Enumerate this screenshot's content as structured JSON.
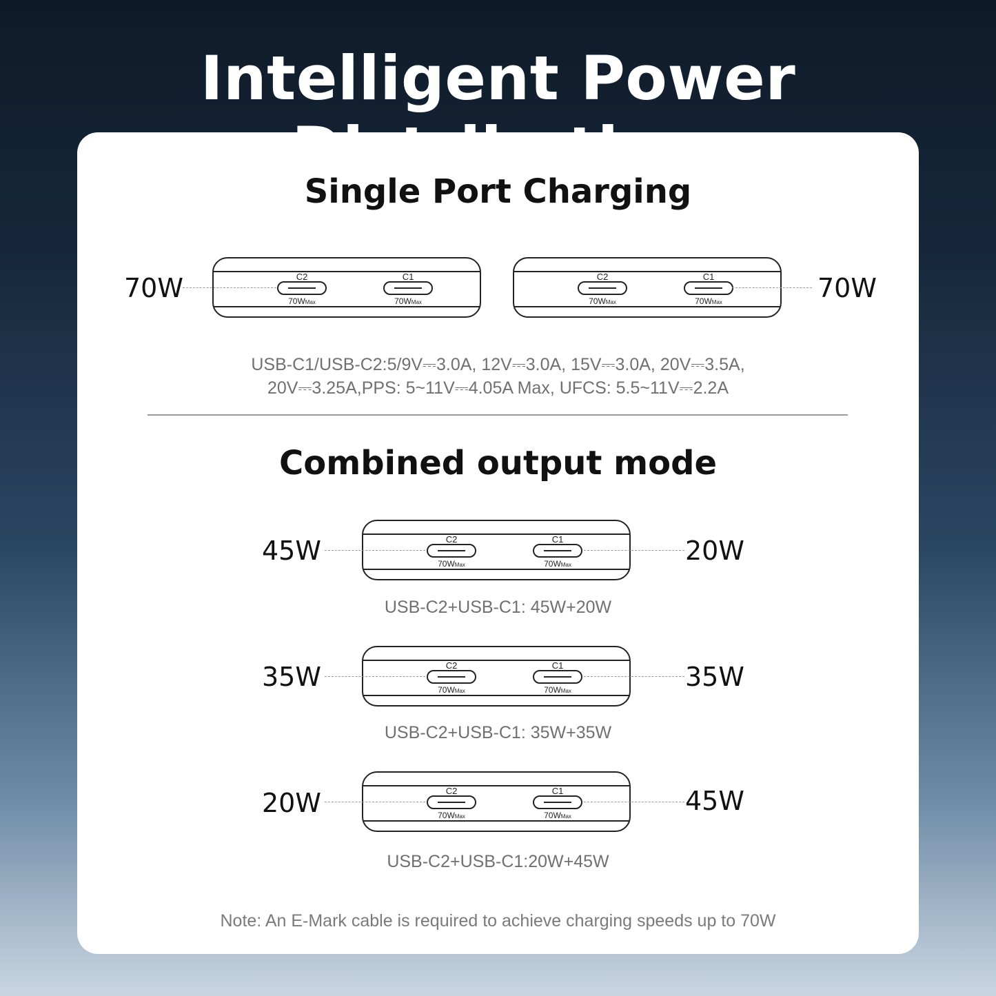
{
  "title": "Intelligent Power Distribution",
  "single": {
    "heading": "Single Port Charging",
    "left_watt": "70W",
    "right_watt": "70W",
    "desc_line1": "USB-C1/USB-C2:5/9V⎓3.0A, 12V⎓3.0A, 15V⎓3.0A, 20V⎓3.5A,",
    "desc_line2": "20V⎓3.25A,PPS: 5~11V⎓4.05A Max, UFCS: 5.5~11V⎓2.2A"
  },
  "combined": {
    "heading": "Combined output mode",
    "modes": [
      {
        "left": "45W",
        "right": "20W",
        "caption": "USB-C2+USB-C1: 45W+20W"
      },
      {
        "left": "35W",
        "right": "35W",
        "caption": "USB-C2+USB-C1: 35W+35W"
      },
      {
        "left": "20W",
        "right": "45W",
        "caption": "USB-C2+USB-C1:20W+45W"
      }
    ]
  },
  "device": {
    "port_c2": "C2",
    "port_c1": "C1",
    "max_value": "70W",
    "max_suffix": "Max"
  },
  "note": "Note: An E-Mark cable is required to achieve charging speeds up to 70W"
}
